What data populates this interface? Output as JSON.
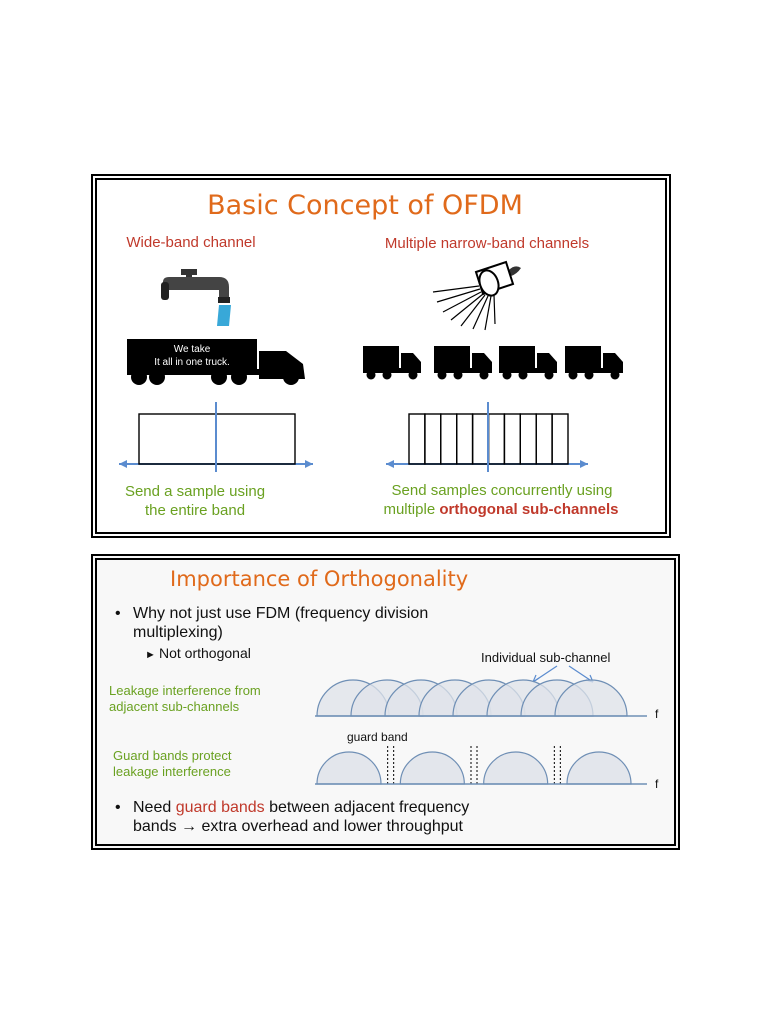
{
  "slide1": {
    "title": "Basic Concept of OFDM",
    "left_heading": "Wide-band channel",
    "right_heading": "Multiple narrow-band channels",
    "truck_text_line1": "We take",
    "truck_text_line2": "It all in one truck.",
    "left_caption_line1": "Send a sample using",
    "left_caption_line2": "the entire band",
    "right_caption_line1": "Send samples concurrently using",
    "right_caption_prefix": "multiple ",
    "right_caption_emph": "orthogonal sub-channels",
    "narrow_subchannel_count": 10,
    "icons": [
      "faucet-icon",
      "shower-head-icon",
      "truck-icon"
    ],
    "colors": {
      "title": "#e06a1b",
      "heading": "#c0392b",
      "caption": "#6aa121",
      "axis": "#5b8ccf"
    }
  },
  "slide2": {
    "title": "Importance of Orthogonality",
    "bullet1_line1": "Why not just use FDM (frequency division",
    "bullet1_line2": "multiplexing)",
    "sub_bullet": "Not orthogonal",
    "individual_label": "Individual sub-channel",
    "leakage_line1": "Leakage interference from",
    "leakage_line2": "adjacent sub-channels",
    "guard_band_label": "guard band",
    "guard_line1": "Guard bands protect",
    "guard_line2": "leakage interference",
    "axis_label": "f",
    "bullet2_prefix": "Need ",
    "bullet2_emph": "guard bands",
    "bullet2_suffix": " between adjacent frequency",
    "bullet2_line2": "bands → extra overhead and lower throughput",
    "overlapping_subchannels": 8,
    "guarded_subchannels": 4,
    "colors": {
      "title": "#e06a1b",
      "label": "#6aa121",
      "emph": "#c0392b",
      "arch_fill": "#dfe3ea",
      "arch_stroke": "#6f8fb5"
    }
  }
}
